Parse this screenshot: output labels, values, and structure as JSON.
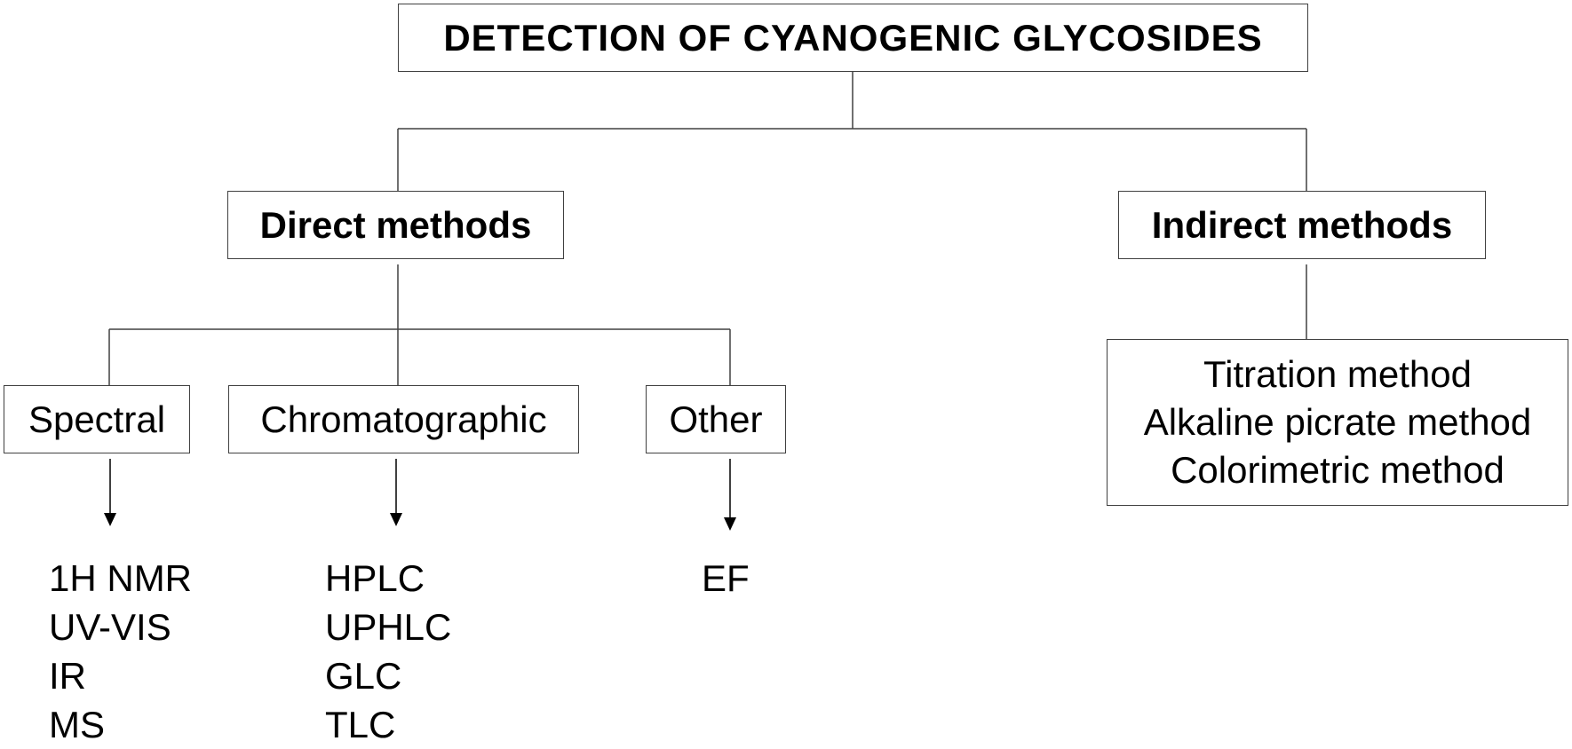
{
  "title": "DETECTION OF CYANOGENIC GLYCOSIDES",
  "categories": {
    "direct": {
      "label": "Direct methods",
      "subcategories": {
        "spectral": {
          "label": "Spectral",
          "methods": [
            "1H NMR",
            "UV-VIS",
            "IR",
            "MS"
          ]
        },
        "chromatographic": {
          "label": "Chromatographic",
          "methods": [
            "HPLC",
            "UPHLC",
            "GLC",
            "TLC"
          ]
        },
        "other": {
          "label": "Other",
          "methods": [
            "EF"
          ]
        }
      }
    },
    "indirect": {
      "label": "Indirect methods",
      "methods": [
        "Titration method",
        "Alkaline picrate method",
        "Colorimetric method"
      ]
    }
  },
  "colors": {
    "line": "#404040",
    "text": "#000000",
    "background": "#ffffff"
  }
}
